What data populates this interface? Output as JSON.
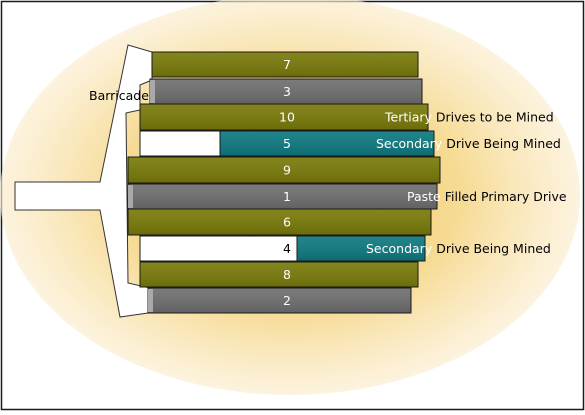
{
  "figure": {
    "barricade_label": "Barricade",
    "colors": {
      "backfilled_drive": "#7a7a0a",
      "paste_filled_drive": "#6f6f6f",
      "active_drive": "#0e7a80",
      "border": "#1a1a1a",
      "glow": "#f3c766"
    }
  },
  "drives": [
    {
      "number": "7"
    },
    {
      "number": "3"
    },
    {
      "number": "10",
      "caption": "Drives to be Mined",
      "caption_lead": "Tertiary"
    },
    {
      "number": "5",
      "caption": "Drive Being Mined",
      "caption_lead": "Secondary"
    },
    {
      "number": "9"
    },
    {
      "number": "1",
      "caption": "Filled Primary Drive",
      "caption_lead": "Paste"
    },
    {
      "number": "6"
    },
    {
      "number": "4",
      "caption": "Drive Being Mined",
      "caption_lead": "Secondary"
    },
    {
      "number": "8"
    },
    {
      "number": "2"
    }
  ]
}
